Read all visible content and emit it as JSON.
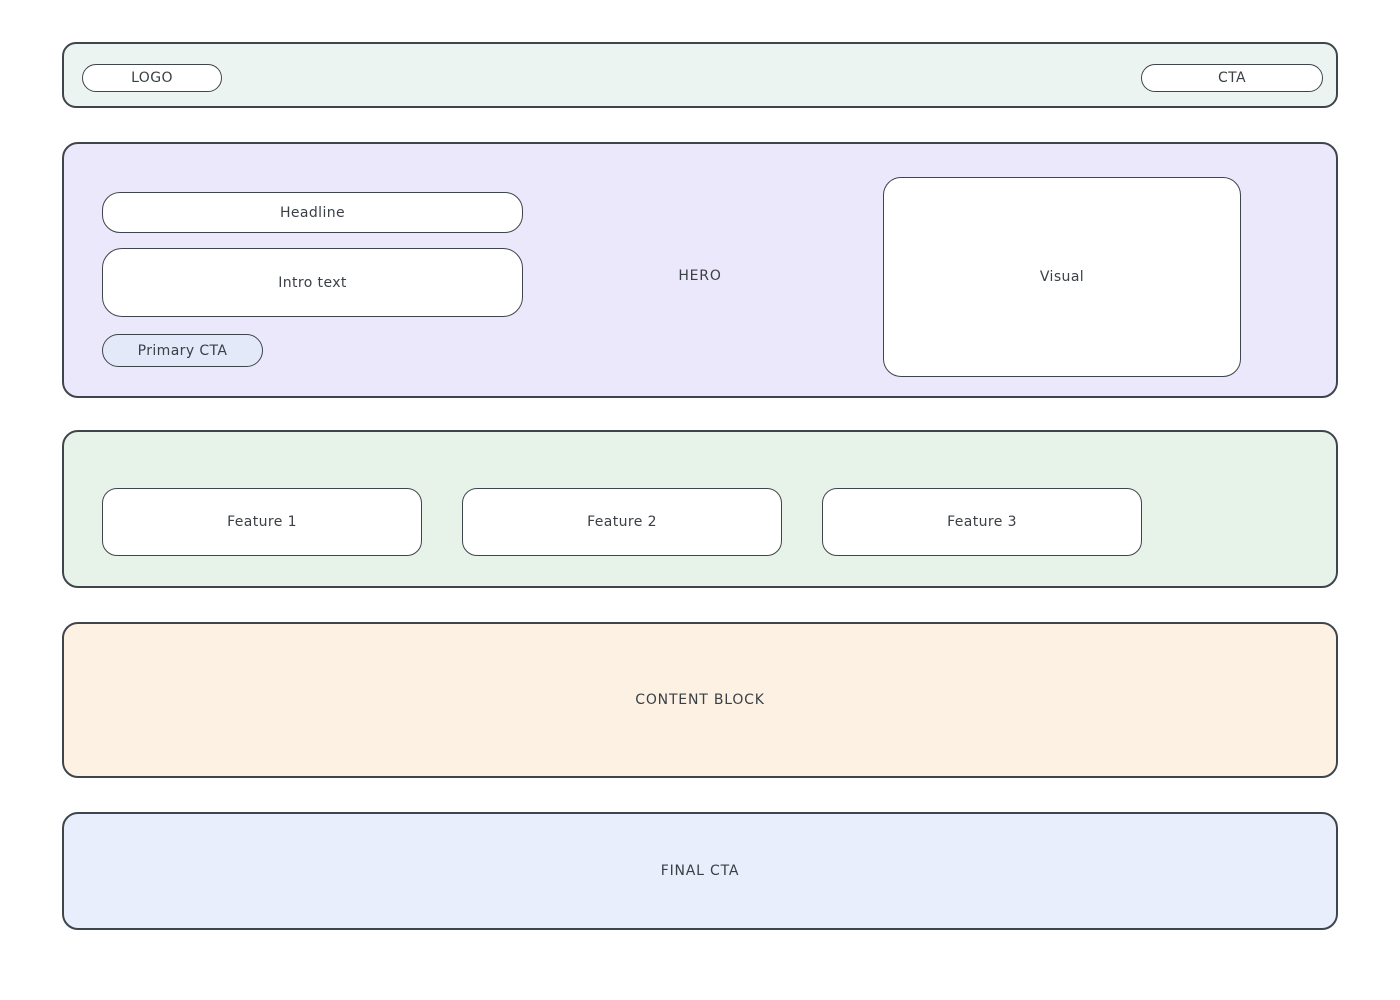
{
  "colors": {
    "page_bg": "#ffffff",
    "border": "#3f454c",
    "text": "#3b4046",
    "topbar_bg": "#ecf4f1",
    "hero_bg": "#eae8fa",
    "primary_cta_bg": "#e4e9fa",
    "features_bg": "#e7f2e9",
    "content_bg": "#fdf1e3",
    "final_bg": "#e8eefb",
    "card_bg": "#ffffff"
  },
  "topbar": {
    "logo_label": "LOGO",
    "cta_label": "CTA"
  },
  "hero": {
    "label": "HERO",
    "headline_label": "Headline",
    "intro_label": "Intro text",
    "primary_cta_label": "Primary CTA",
    "visual_label": "Visual"
  },
  "features": {
    "items": [
      {
        "label": "Feature 1"
      },
      {
        "label": "Feature 2"
      },
      {
        "label": "Feature 3"
      }
    ]
  },
  "content_block": {
    "label": "CONTENT BLOCK"
  },
  "final_cta": {
    "label": "FINAL CTA"
  }
}
